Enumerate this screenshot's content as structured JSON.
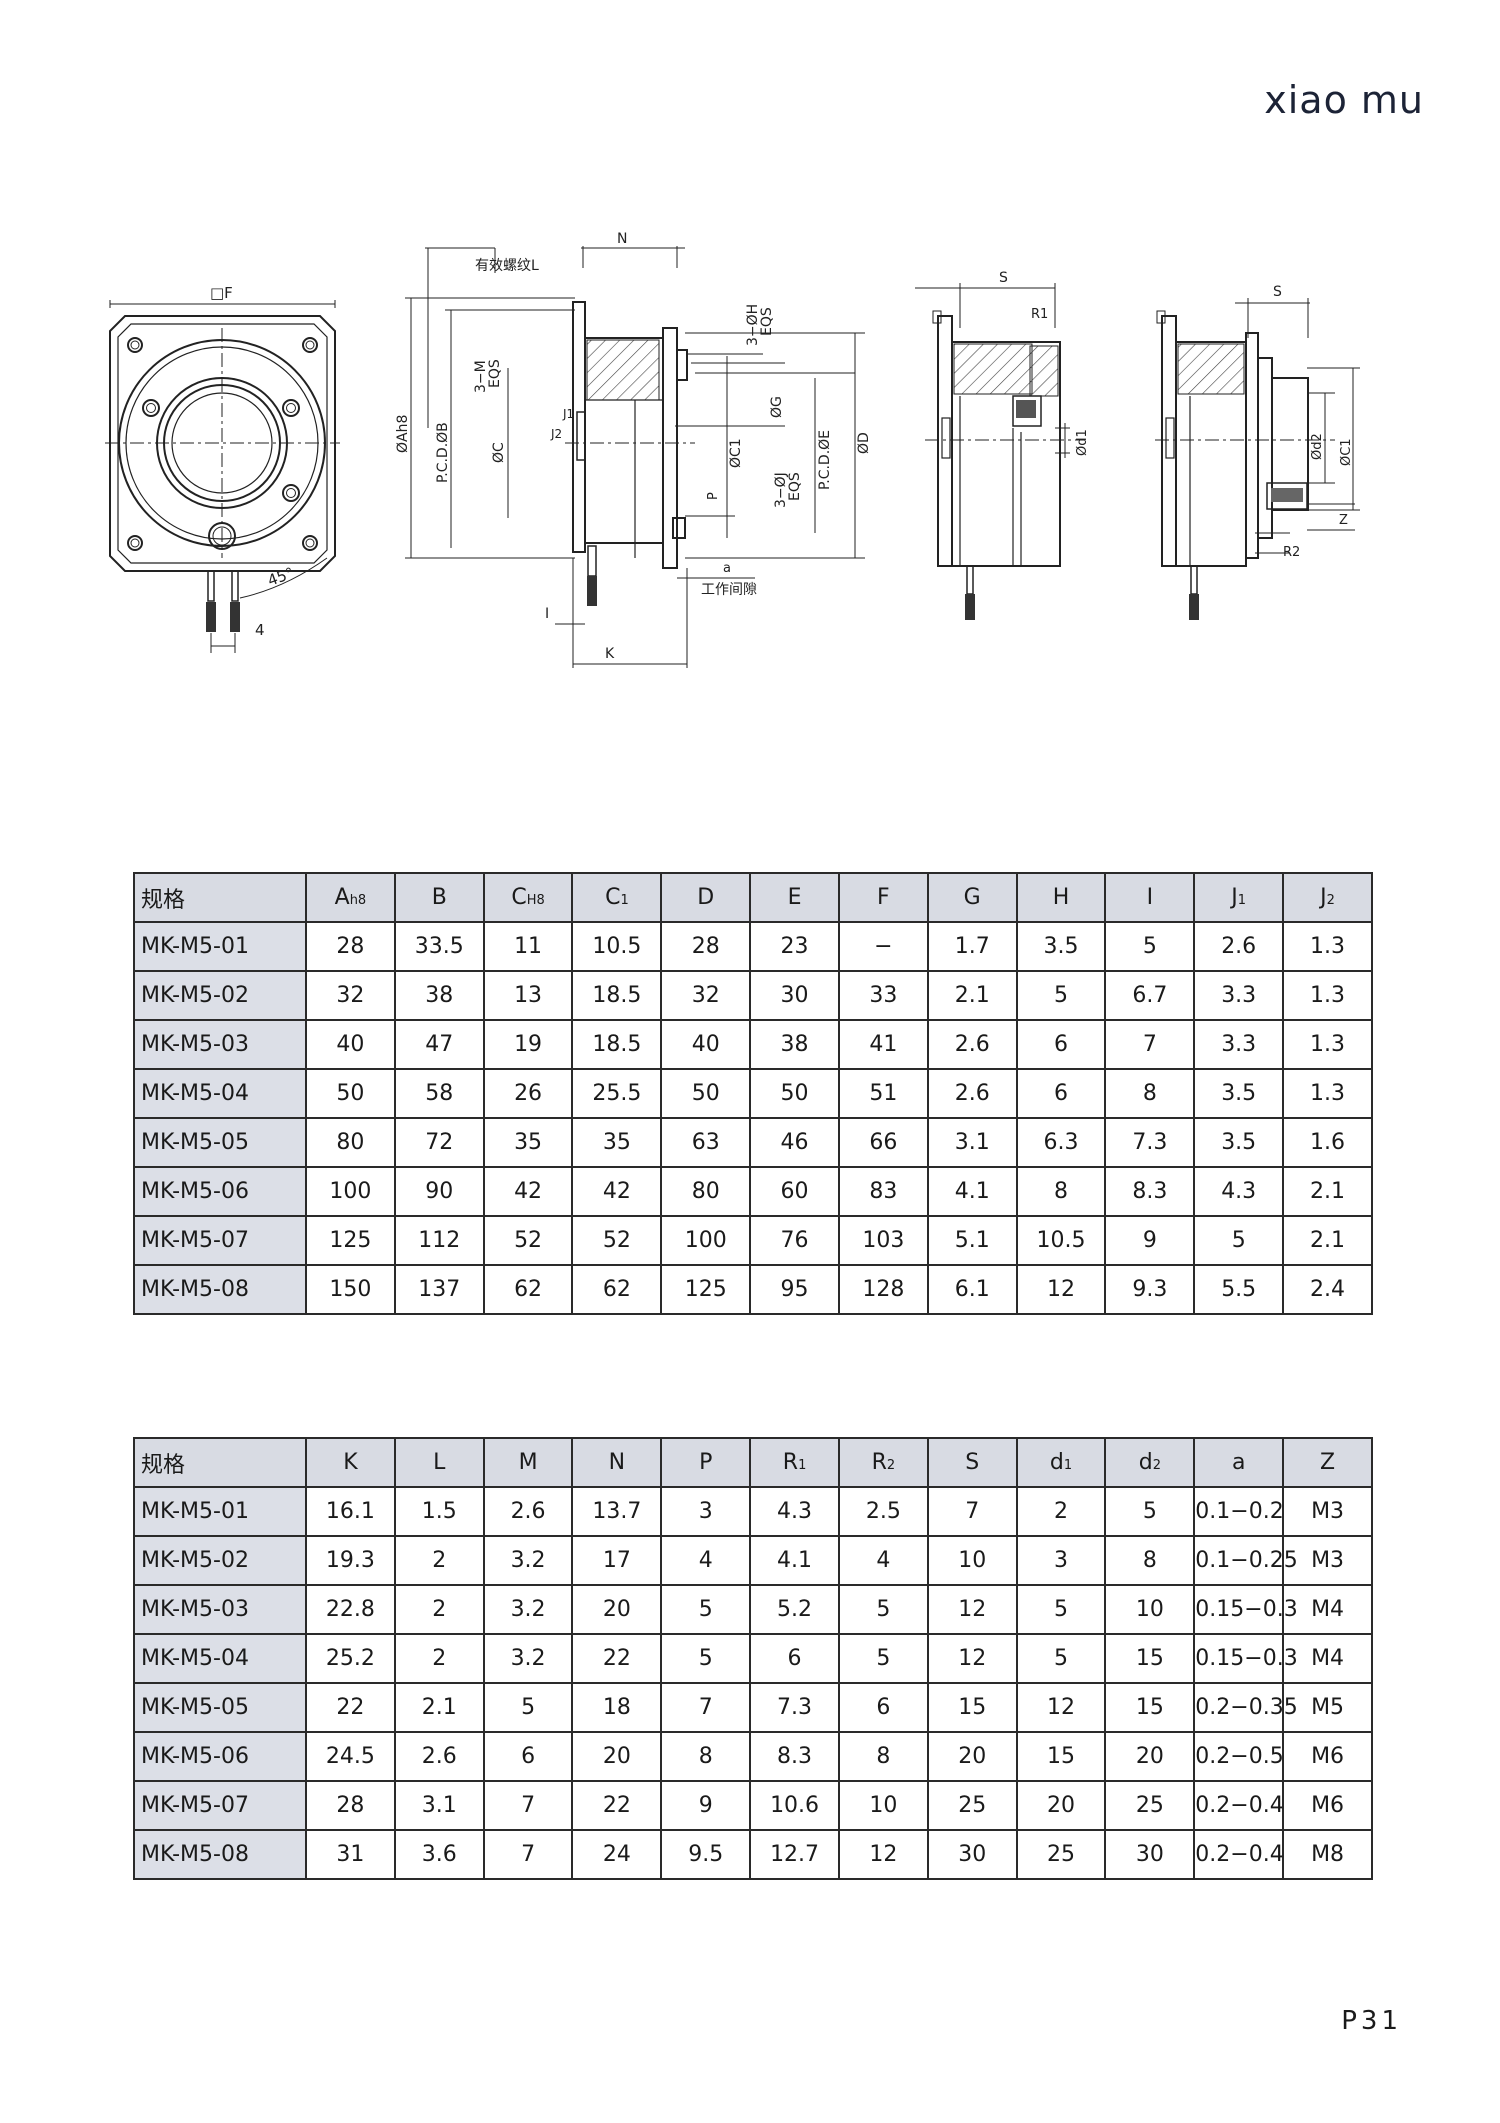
{
  "brand": "xiao mu",
  "page_number": "P31",
  "drawing": {
    "front_square": "□F",
    "angle": "45°",
    "pin_dim": "4",
    "thread_note": "有效螺纹L",
    "n_dim": "N",
    "hole_m": "3−M",
    "hole_m_eqs": "EQS",
    "hole_h": "3−ØH",
    "hole_h_eqs": "EQS",
    "hole_j": "3−ØJ",
    "hole_j_eqs": "EQS",
    "dia_a": "ØAh8",
    "pcd_b": "P.C.D.ØB",
    "dia_c": "ØC",
    "dia_c1": "ØC1",
    "dia_g": "ØG",
    "pcd_e": "P.C.D.ØE",
    "dia_d": "ØD",
    "j1": "J1",
    "j2": "J2",
    "p_dim": "P",
    "a_dim": "a",
    "gap_note": "工作间隙",
    "i_dim": "I",
    "k_dim": "K",
    "s_dim": "S",
    "r1_dim": "R1",
    "d1_dim": "Ød1",
    "s2_dim": "S",
    "d2_dim": "Ød2",
    "c1_dim": "ØC1",
    "z_dim": "Z",
    "r2_dim": "R2"
  },
  "table1": {
    "headers": [
      "规格",
      "A",
      "B",
      "C",
      "C",
      "D",
      "E",
      "F",
      "G",
      "H",
      "I",
      "J",
      "J"
    ],
    "header_subs": [
      "",
      "h8",
      "",
      "H8",
      "1",
      "",
      "",
      "",
      "",
      "",
      "",
      "1",
      "2"
    ],
    "rows": [
      [
        "MK-M5-01",
        "28",
        "33.5",
        "11",
        "10.5",
        "28",
        "23",
        "−",
        "1.7",
        "3.5",
        "5",
        "2.6",
        "1.3"
      ],
      [
        "MK-M5-02",
        "32",
        "38",
        "13",
        "18.5",
        "32",
        "30",
        "33",
        "2.1",
        "5",
        "6.7",
        "3.3",
        "1.3"
      ],
      [
        "MK-M5-03",
        "40",
        "47",
        "19",
        "18.5",
        "40",
        "38",
        "41",
        "2.6",
        "6",
        "7",
        "3.3",
        "1.3"
      ],
      [
        "MK-M5-04",
        "50",
        "58",
        "26",
        "25.5",
        "50",
        "50",
        "51",
        "2.6",
        "6",
        "8",
        "3.5",
        "1.3"
      ],
      [
        "MK-M5-05",
        "80",
        "72",
        "35",
        "35",
        "63",
        "46",
        "66",
        "3.1",
        "6.3",
        "7.3",
        "3.5",
        "1.6"
      ],
      [
        "MK-M5-06",
        "100",
        "90",
        "42",
        "42",
        "80",
        "60",
        "83",
        "4.1",
        "8",
        "8.3",
        "4.3",
        "2.1"
      ],
      [
        "MK-M5-07",
        "125",
        "112",
        "52",
        "52",
        "100",
        "76",
        "103",
        "5.1",
        "10.5",
        "9",
        "5",
        "2.1"
      ],
      [
        "MK-M5-08",
        "150",
        "137",
        "62",
        "62",
        "125",
        "95",
        "128",
        "6.1",
        "12",
        "9.3",
        "5.5",
        "2.4"
      ]
    ]
  },
  "table2": {
    "headers": [
      "规格",
      "K",
      "L",
      "M",
      "N",
      "P",
      "R",
      "R",
      "S",
      "d",
      "d",
      "a",
      "Z"
    ],
    "header_subs": [
      "",
      "",
      "",
      "",
      "",
      "",
      "1",
      "2",
      "",
      "1",
      "2",
      "",
      ""
    ],
    "rows": [
      [
        "MK-M5-01",
        "16.1",
        "1.5",
        "2.6",
        "13.7",
        "3",
        "4.3",
        "2.5",
        "7",
        "2",
        "5",
        "0.1−0.2",
        "M3"
      ],
      [
        "MK-M5-02",
        "19.3",
        "2",
        "3.2",
        "17",
        "4",
        "4.1",
        "4",
        "10",
        "3",
        "8",
        "0.1−0.25",
        "M3"
      ],
      [
        "MK-M5-03",
        "22.8",
        "2",
        "3.2",
        "20",
        "5",
        "5.2",
        "5",
        "12",
        "5",
        "10",
        "0.15−0.3",
        "M4"
      ],
      [
        "MK-M5-04",
        "25.2",
        "2",
        "3.2",
        "22",
        "5",
        "6",
        "5",
        "12",
        "5",
        "15",
        "0.15−0.3",
        "M4"
      ],
      [
        "MK-M5-05",
        "22",
        "2.1",
        "5",
        "18",
        "7",
        "7.3",
        "6",
        "15",
        "12",
        "15",
        "0.2−0.35",
        "M5"
      ],
      [
        "MK-M5-06",
        "24.5",
        "2.6",
        "6",
        "20",
        "8",
        "8.3",
        "8",
        "20",
        "15",
        "20",
        "0.2−0.5",
        "M6"
      ],
      [
        "MK-M5-07",
        "28",
        "3.1",
        "7",
        "22",
        "9",
        "10.6",
        "10",
        "25",
        "20",
        "25",
        "0.2−0.4",
        "M6"
      ],
      [
        "MK-M5-08",
        "31",
        "3.6",
        "7",
        "24",
        "9.5",
        "12.7",
        "12",
        "30",
        "25",
        "30",
        "0.2−0.4",
        "M8"
      ]
    ]
  }
}
